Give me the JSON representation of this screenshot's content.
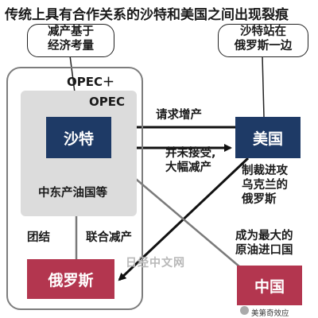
{
  "title": "传统上具有合作关系的沙特和美国之间出现裂痕",
  "callouts": {
    "saudi": [
      "减产基于",
      "经济考量"
    ],
    "usa": [
      "沙特站在",
      "俄罗斯一边"
    ]
  },
  "groups": {
    "opec_plus": "OPEC＋",
    "opec": "OPEC",
    "mideast": "中东产油国等"
  },
  "countries": {
    "saudi": "沙特",
    "usa": "美国",
    "russia": "俄罗斯",
    "china": "中国"
  },
  "relations": {
    "usa_to_saudi": "请求增产",
    "saudi_to_usa": [
      "并未接受,",
      "大幅减产"
    ],
    "usa_to_russia": [
      "制裁进攻",
      "乌克兰的",
      "俄罗斯"
    ],
    "saudi_russia": "团结",
    "opec_plus_action": "联合减产",
    "china_note": [
      "成为最大的",
      "原油进口国"
    ]
  },
  "watermark": "日经中文网",
  "credit": "美第奇效应",
  "colors": {
    "navy": "#1e3a66",
    "red": "#b3364f",
    "opec_fill": "#dcdcdc",
    "opec_plus_border": "#7d7d7d"
  }
}
